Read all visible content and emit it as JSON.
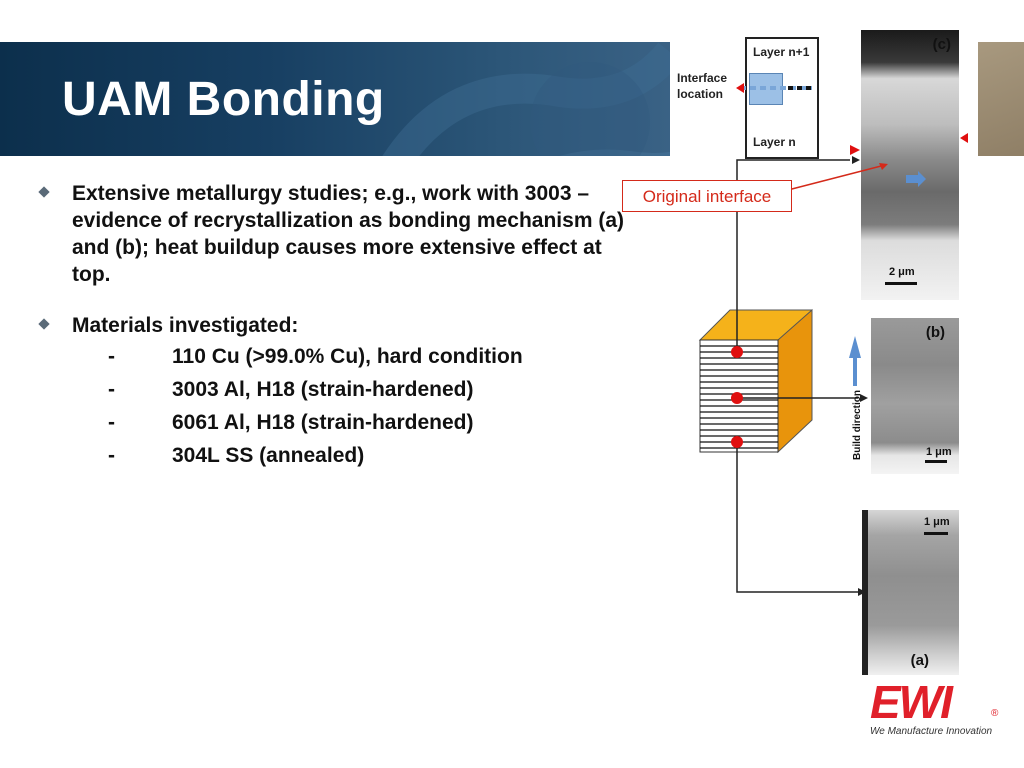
{
  "slide": {
    "title": "UAM Bonding",
    "bullets": [
      {
        "text": "Extensive metallurgy studies; e.g., work with 3003 – evidence of recrystallization as bonding mechanism (a) and (b); heat buildup causes more extensive effect at top."
      },
      {
        "text": "Materials investigated:",
        "sub": [
          {
            "dash": "-",
            "text": "110 Cu (>99.0% Cu), hard condition"
          },
          {
            "dash": "-",
            "text": "3003 Al, H18 (strain-hardened)"
          },
          {
            "dash": "-",
            "text": "6061 Al, H18 (strain-hardened)"
          },
          {
            "dash": "-",
            "text": "304L SS (annealed)"
          }
        ]
      }
    ]
  },
  "figure": {
    "layer_top": "Layer n+1",
    "layer_bottom": "Layer n",
    "interface_location_line1": "Interface",
    "interface_location_line2": "location",
    "callout": "Original interface",
    "panel_c": {
      "tag": "(c)",
      "scale": "2 μm"
    },
    "panel_b": {
      "tag": "(b)",
      "scale": "1 μm"
    },
    "panel_a": {
      "tag": "(a)",
      "scale": "1 μm"
    },
    "build_direction": "Build direction",
    "colors": {
      "block_front": "#ffffff",
      "block_side": "#e8940c",
      "block_top": "#f5b21a",
      "marker": "#e01010",
      "arrow_blue": "#5b8fd0"
    }
  },
  "logo": {
    "name": "EWI",
    "registered": "®",
    "tagline": "We Manufacture Innovation",
    "color": "#e0202a"
  }
}
